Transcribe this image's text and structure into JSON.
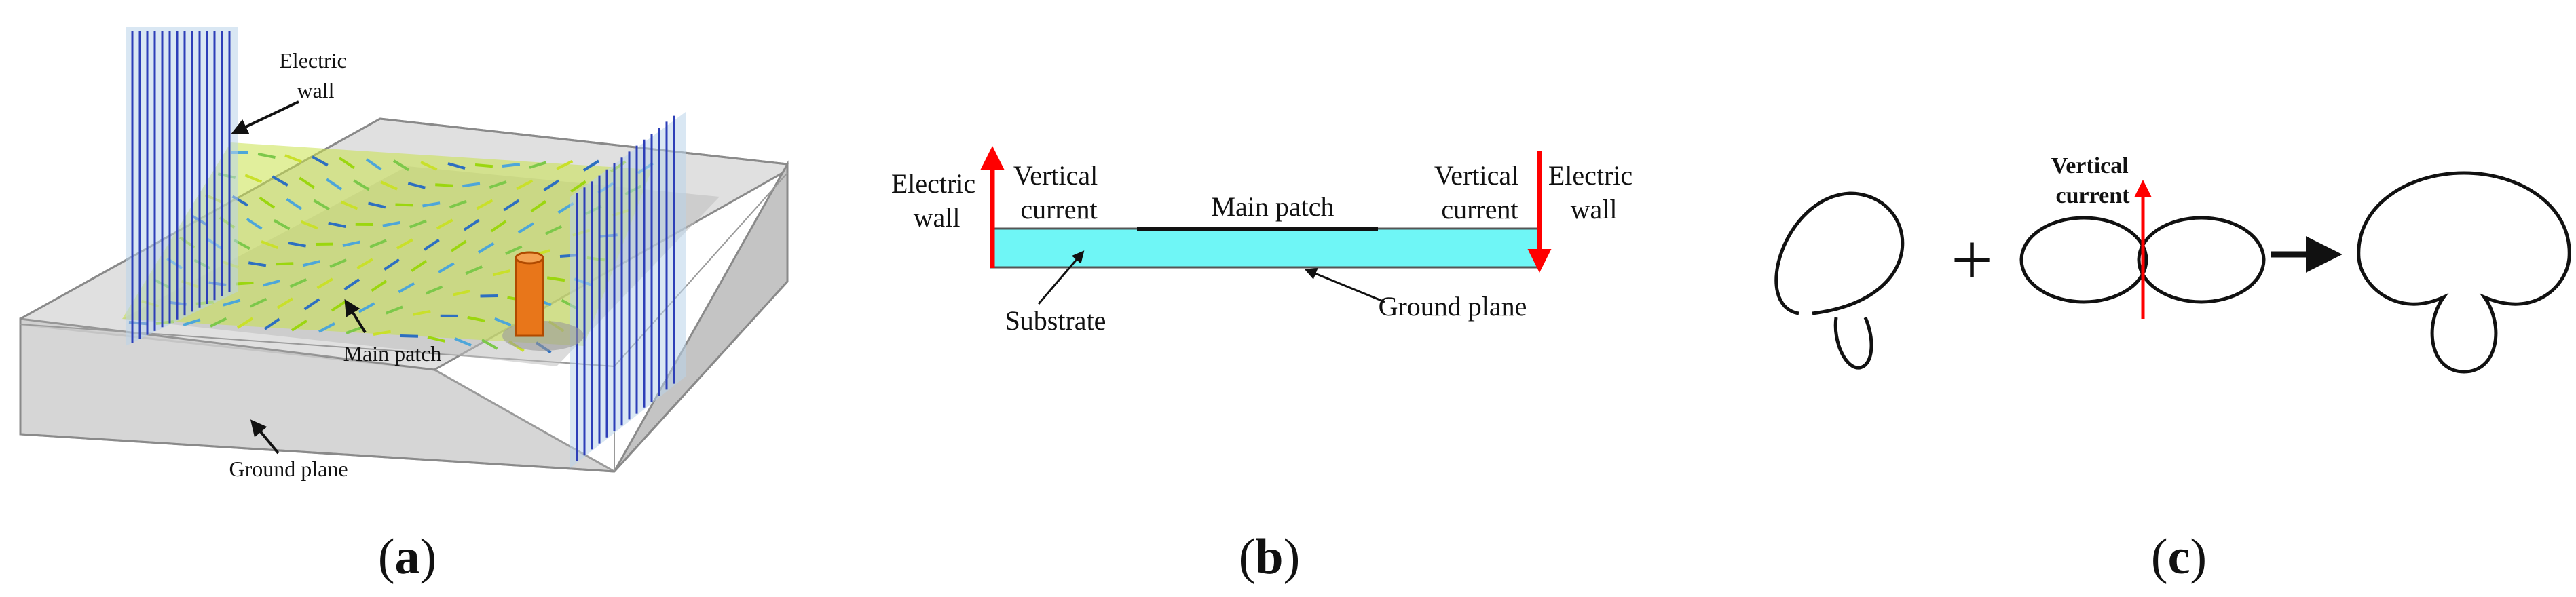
{
  "colors": {
    "substrate": "#6ff6f6",
    "current_arrow": "#ff0000",
    "slab": "#d7d7d7",
    "slab_edge": "#8a8a8a",
    "wall_arrows": "#2d3fb8",
    "field_arrows": "#9bd60f",
    "probe": "#e8761a"
  },
  "panel_a": {
    "electric_wall_label": [
      "Electric",
      "wall"
    ],
    "main_patch_label": "Main patch",
    "ground_plane_label": "Ground plane",
    "caption": "a"
  },
  "panel_b": {
    "left_wall_label": [
      "Electric",
      "wall"
    ],
    "left_current_label": [
      "Vertical",
      "current"
    ],
    "main_patch_label": "Main patch",
    "right_current_label": [
      "Vertical",
      "current"
    ],
    "right_wall_label": [
      "Electric",
      "wall"
    ],
    "substrate_label": "Substrate",
    "ground_plane_label": "Ground plane",
    "caption": "b"
  },
  "panel_c": {
    "plus_symbol": "+",
    "vertical_current_label": [
      "Vertical",
      "current"
    ],
    "caption": "c"
  }
}
